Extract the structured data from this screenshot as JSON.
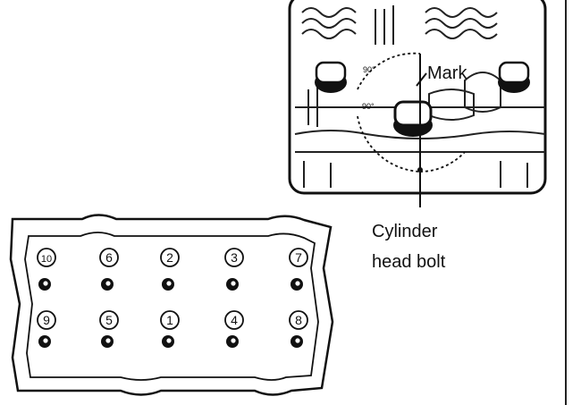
{
  "inset": {
    "mark_label": "Mark",
    "angle_labels": [
      "90°",
      "90°"
    ]
  },
  "callout": {
    "line1": "Cylinder",
    "line2": "head bolt"
  },
  "bolt_sequence": {
    "top_row": [
      "10",
      "6",
      "2",
      "3",
      "7"
    ],
    "bottom_row": [
      "9",
      "5",
      "1",
      "4",
      "8"
    ]
  },
  "colors": {
    "ink": "#111111",
    "background": "#ffffff"
  }
}
